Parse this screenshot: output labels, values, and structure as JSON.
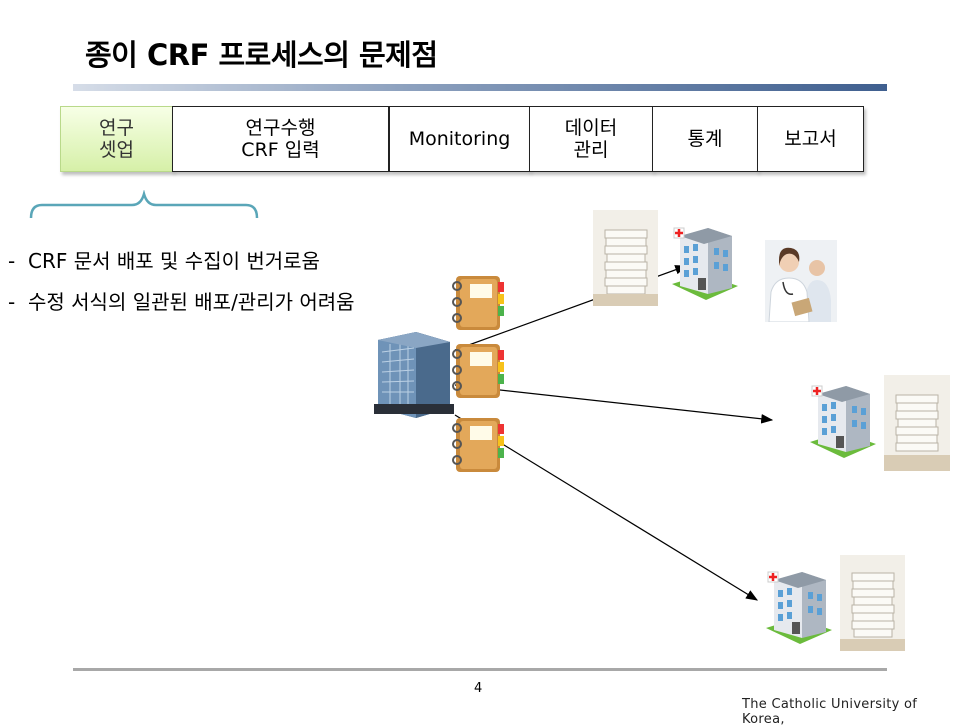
{
  "slide": {
    "title": "종이 CRF 프로세스의 문제점",
    "page_number": "4",
    "footer": "The Catholic University of Korea,"
  },
  "process_steps": [
    {
      "label": "연구\n셋업",
      "active": true
    },
    {
      "label": "연구수행\nCRF 입력",
      "active": false
    },
    {
      "label": "Monitoring",
      "active": false
    },
    {
      "label": "데이터\n관리",
      "active": false
    },
    {
      "label": "통계",
      "active": false
    },
    {
      "label": "보고서",
      "active": false
    }
  ],
  "problems": [
    {
      "dash": "-",
      "text": "CRF 문서 배포 및 수집이 번거로움"
    },
    {
      "dash": "-",
      "text": "수정 서식의 일관된 배포/관리가 어려움"
    }
  ],
  "colors": {
    "active_step": "#d6f0a8",
    "bracket": "#5aa6b8",
    "title_rule": "#3f5f8f"
  },
  "icons": [
    "office-building-icon",
    "binder-icon",
    "hospital-icon",
    "paper-stack-icon",
    "doctor-photo"
  ]
}
